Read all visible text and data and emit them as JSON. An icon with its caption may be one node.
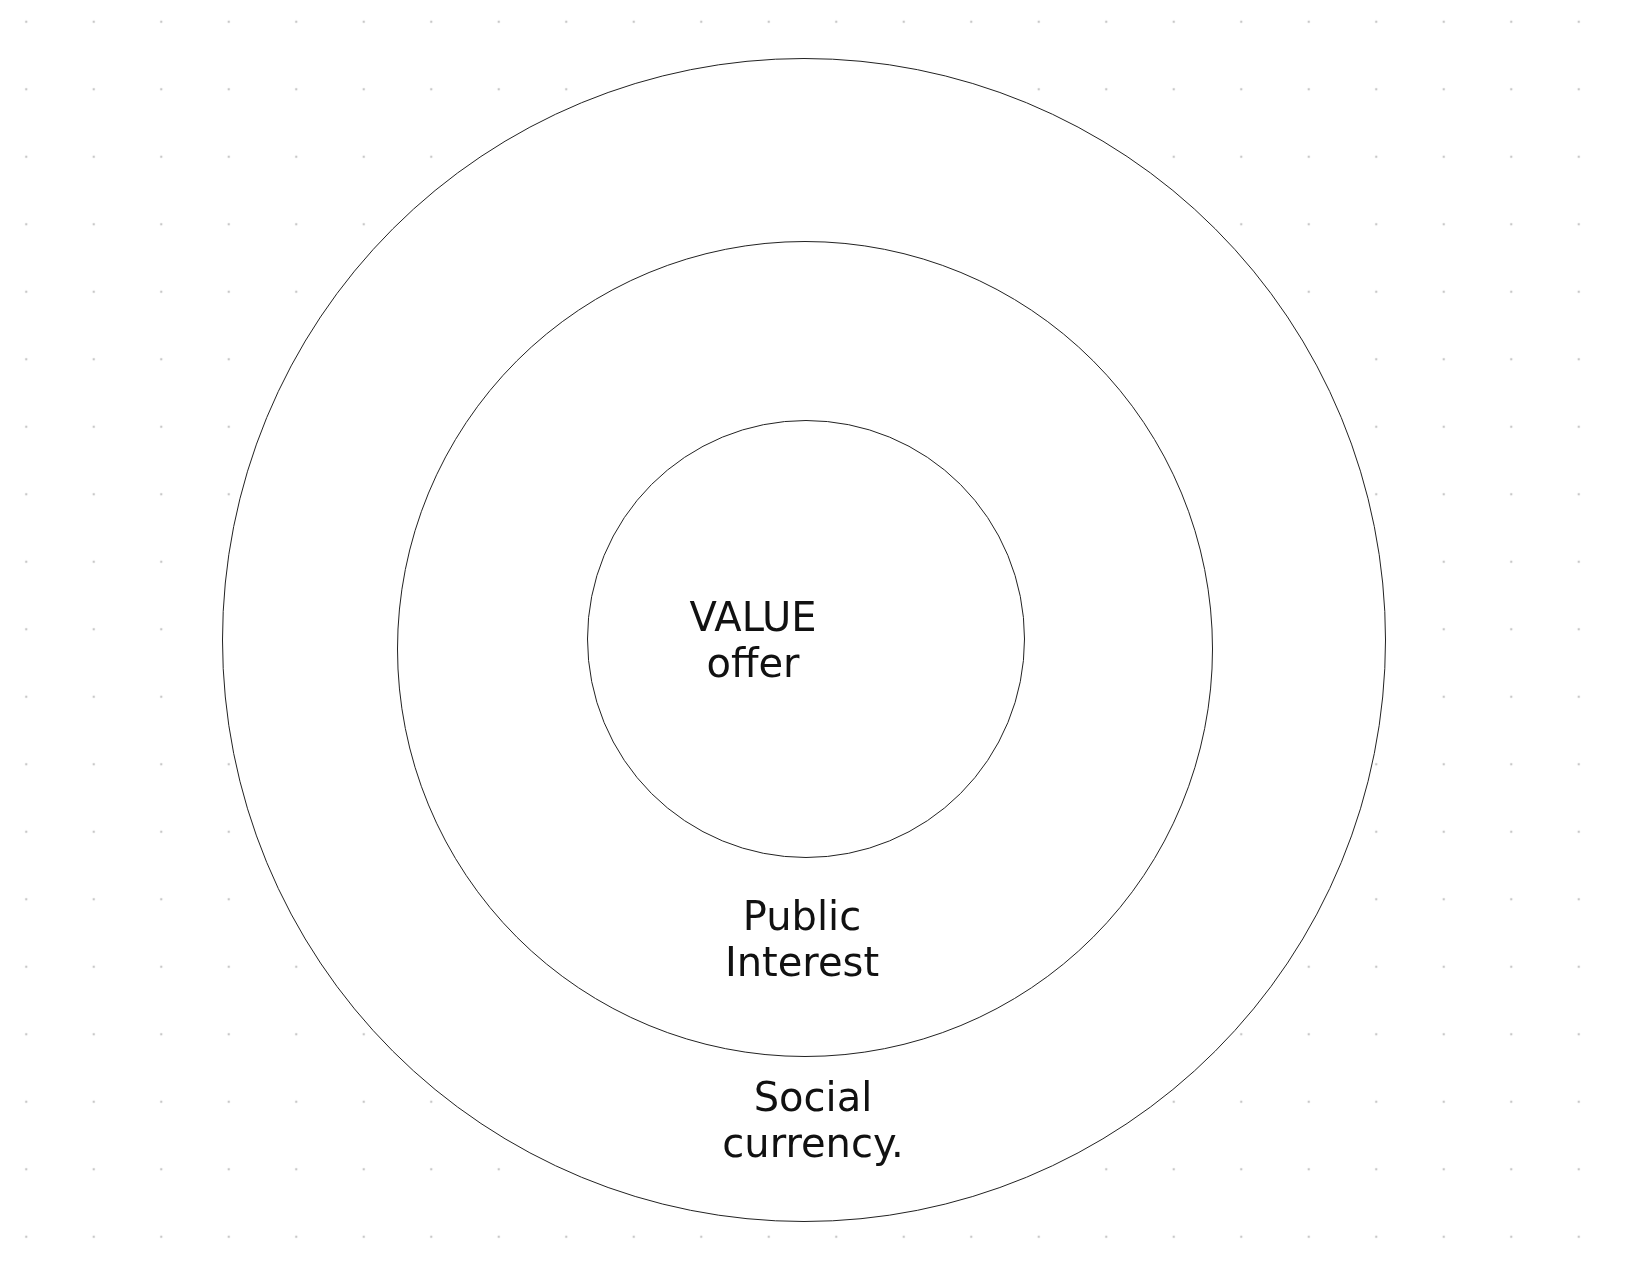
{
  "diagram": {
    "nodes": [
      {
        "text": [
          "Social currency."
        ]
      },
      {
        "text": [
          "Public Interest"
        ],
        "in": 0
      },
      {
        "text": [
          "VALUE offer"
        ],
        "in": 1
      }
    ]
  }
}
